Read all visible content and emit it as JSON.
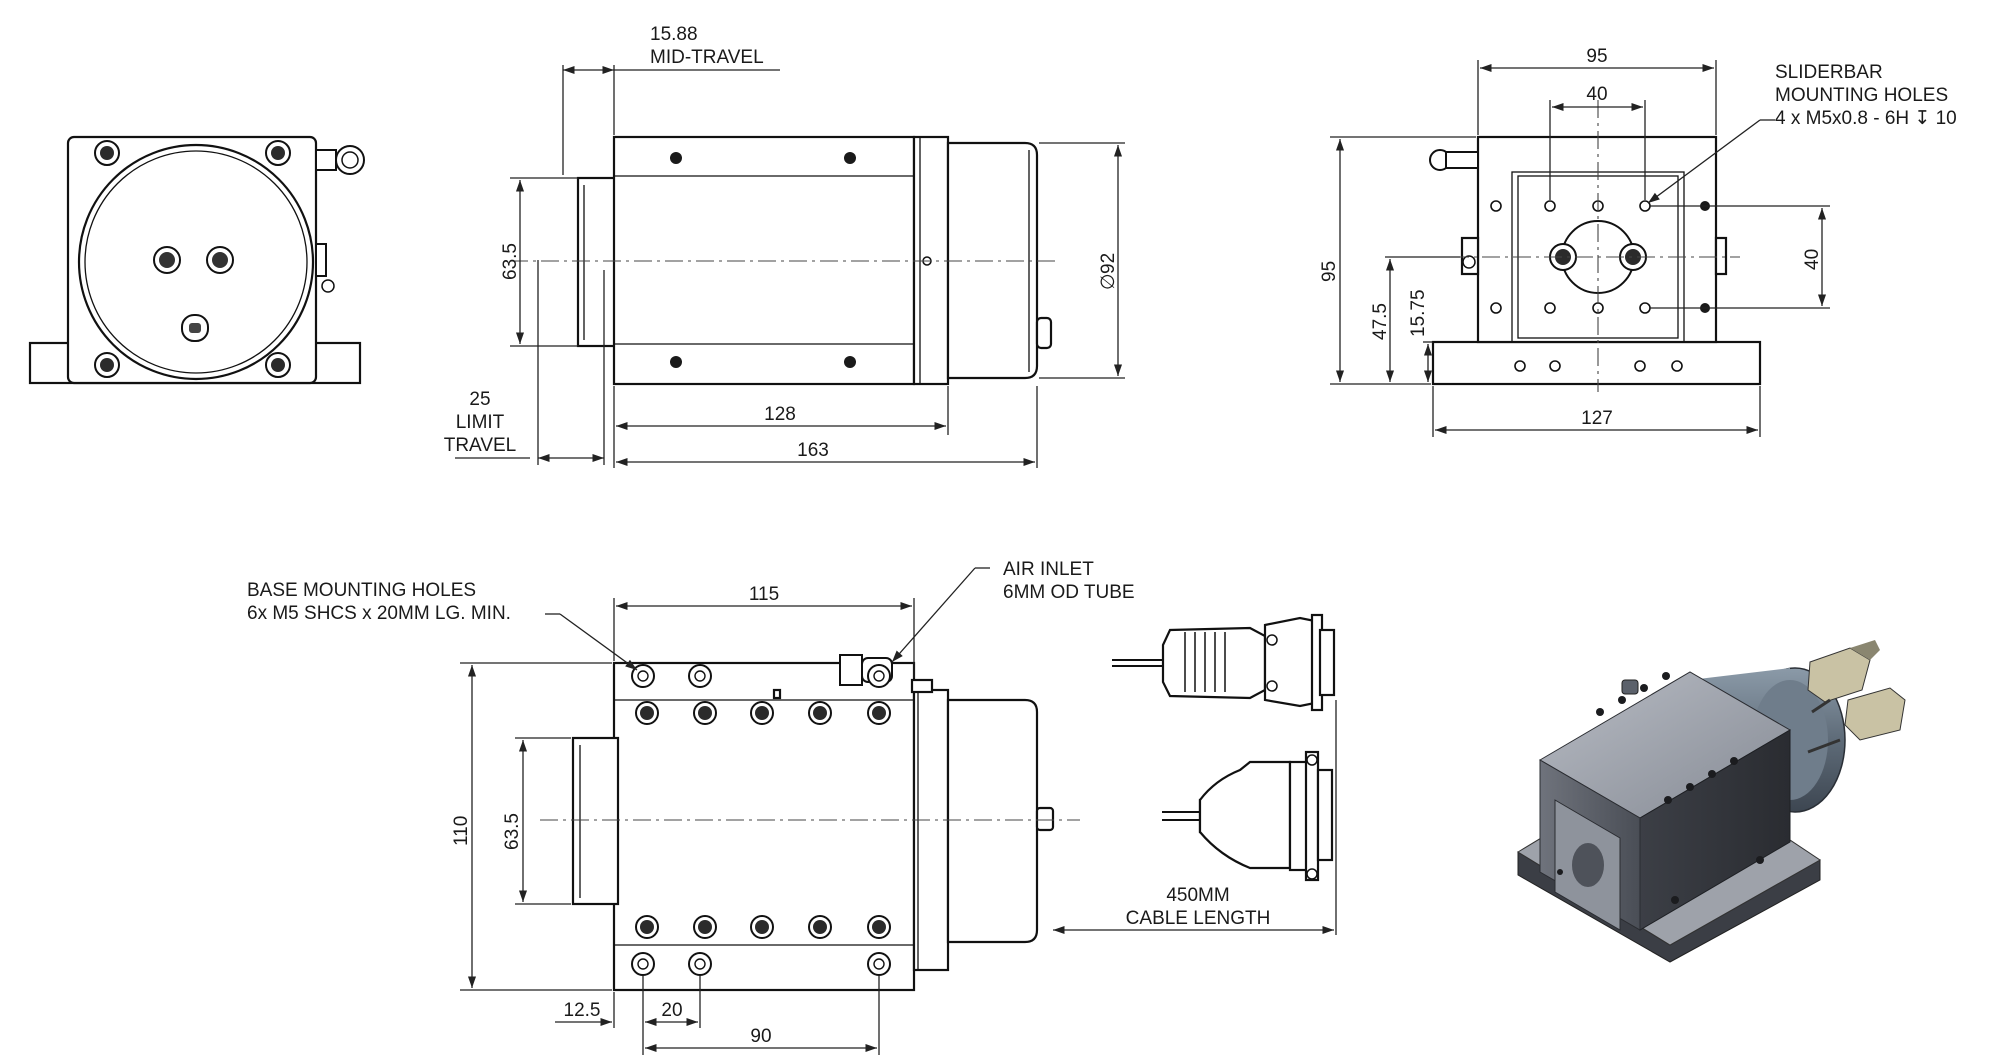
{
  "colors": {
    "line": "#111111",
    "body_dark": "#3a3d44",
    "body_mid": "#6c7079",
    "body_light": "#a9adb5",
    "screw": "#2b2b2b",
    "background": "#ffffff"
  },
  "side_view": {
    "mid_travel_value": "15.88",
    "mid_travel_label": "MID-TRAVEL",
    "limit_travel_value": "25",
    "limit_travel_word1": "LIMIT",
    "limit_travel_word2": "TRAVEL",
    "shaft_height": "63.5",
    "body_length": "128",
    "overall_length": "163",
    "diameter": "92",
    "diameter_symbol": "∅"
  },
  "end_view": {
    "width": "95",
    "hole_spacing": "40",
    "height": "95",
    "center_height": "47.5",
    "slider_center": "15.75",
    "hole_vertical_spacing": "40",
    "base_width": "127",
    "callout_line1": "SLIDERBAR",
    "callout_line2": "MOUNTING HOLES",
    "callout_line3": "4 x M5x0.8 - 6H ↧ 10"
  },
  "top_view": {
    "base_holes_line1": "BASE MOUNTING HOLES",
    "base_holes_line2": "6x M5 SHCS x 20MM LG. MIN.",
    "air_inlet_line1": "AIR INLET",
    "air_inlet_line2": "6MM OD TUBE",
    "length": "115",
    "width": "110",
    "shaft_height": "63.5",
    "cable_length_line1": "450MM",
    "cable_length_line2": "CABLE LENGTH",
    "edge_offset": "12.5",
    "hole_pitch": "20",
    "hole_span": "90"
  }
}
